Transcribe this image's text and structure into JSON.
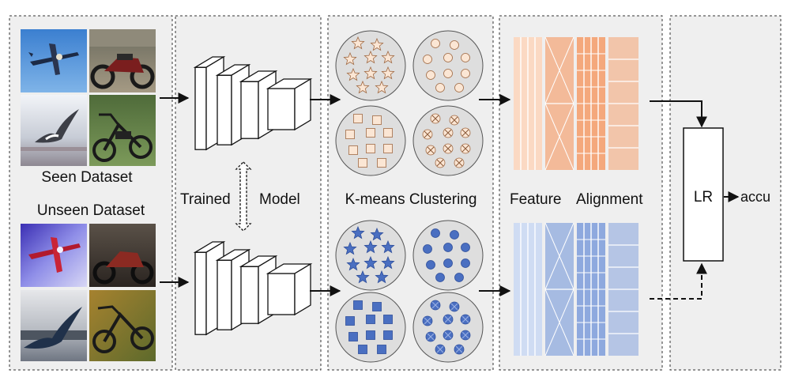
{
  "labels": {
    "seen_dataset": "Seen Dataset",
    "unseen_dataset": "Unseen Dataset",
    "trained": "Trained",
    "model": "Model",
    "kmeans": "K-means Clustering",
    "feature": "Feature",
    "alignment": "Alignment",
    "lr": "LR",
    "accu": "accu"
  },
  "colors": {
    "seen_feature": "#f4a87c",
    "seen_feature_light": "#fbd9c3",
    "unseen_feature": "#8ea9de",
    "unseen_feature_light": "#cfdcf3",
    "unseen_marker": "#4a6fc1",
    "panel_bg": "#efefef",
    "cluster_bg": "#dedede"
  },
  "icons": {
    "image_tiles": [
      "airplane-image",
      "motorcycle-image",
      "seagull-image",
      "moped-image"
    ],
    "cluster_markers": [
      "star",
      "circle",
      "square",
      "crossed-circle"
    ]
  }
}
